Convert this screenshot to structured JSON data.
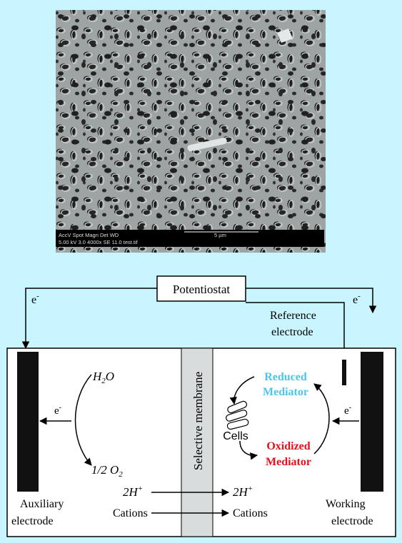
{
  "micrograph": {
    "caption_line1": "AccV   Spot  Magn   Det  WD",
    "caption_line2": "5.00 kV  3.0   4000x  SE  11.0  test.tif",
    "scale_label": "5 µm"
  },
  "diagram": {
    "potentiostat": "Potentiostat",
    "electron_left": "e",
    "electron_right": "e",
    "electron_superscript": "-",
    "reference_line1": "Reference",
    "reference_line2": "electrode",
    "membrane_label": "Selective membrane",
    "water": "H",
    "water_sub": "2",
    "water_tail": "O",
    "oxygen_prefix": "1/2 O",
    "oxygen_sub": "2",
    "electron_aux": "e",
    "electron_work": "e",
    "reduced_line1": "Reduced",
    "reduced_line2": "Mediator",
    "oxidized_line1": "Oxidized",
    "oxidized_line2": "Mediator",
    "cells": "Cells",
    "proton_left": "2H",
    "proton_right": "2H",
    "proton_sup": "+",
    "cations_left": "Cations",
    "cations_right": "Cations",
    "auxiliary_line1": "Auxiliary",
    "auxiliary_line2": "electrode",
    "working_line1": "Working",
    "working_line2": "electrode",
    "colors": {
      "background": "#c8f5ff",
      "reduced": "#4fc3e8",
      "oxidized": "#e8101a",
      "membrane": "#d8dcdc",
      "electrode": "#111111"
    }
  }
}
